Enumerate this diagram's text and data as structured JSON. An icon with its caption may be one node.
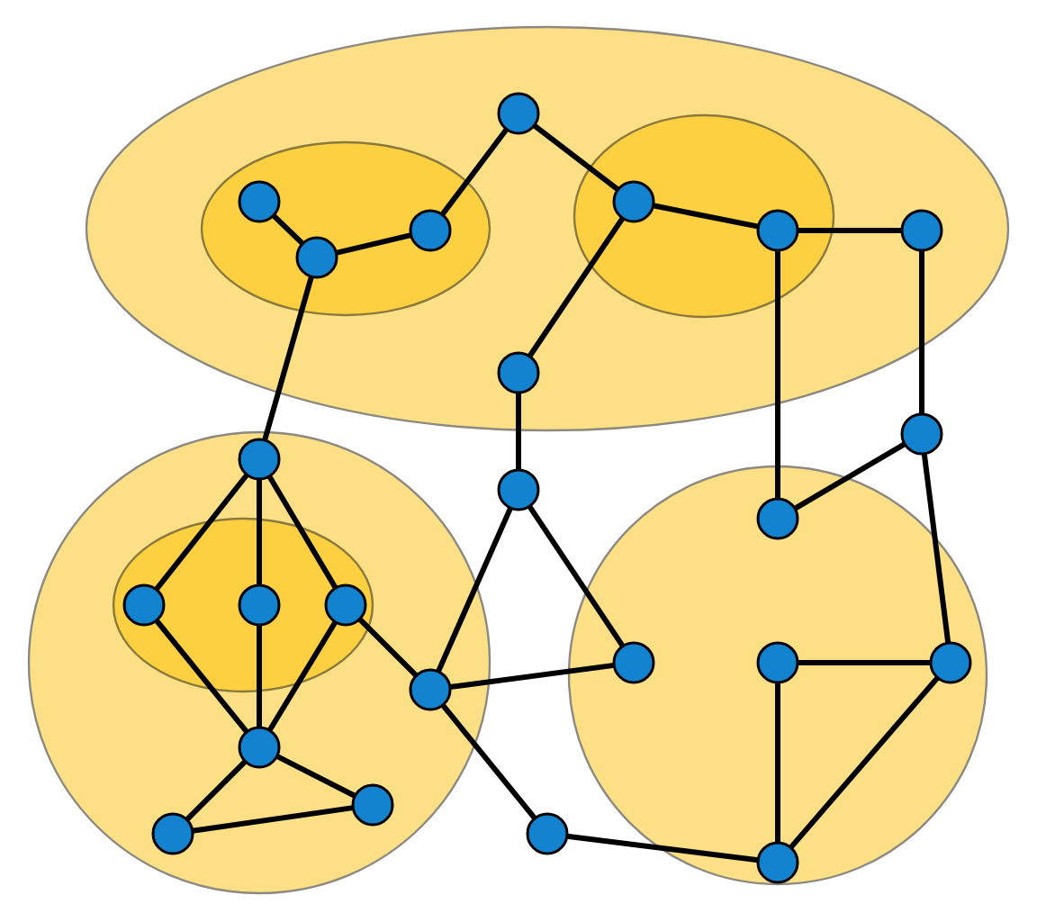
{
  "diagram": {
    "nodes": [
      {
        "text": [],
        "shape": "ellipse"
      },
      {
        "text": [],
        "shape": "circle",
        "in": 0
      },
      {
        "text": [],
        "shape": "ellipse",
        "in": 0
      },
      {
        "text": [],
        "shape": "circle",
        "in": 2
      },
      {
        "text": [],
        "shape": "circle",
        "in": 2
      },
      {
        "text": [],
        "shape": "circle",
        "in": 2
      },
      {
        "text": [],
        "shape": "ellipse",
        "in": 0
      },
      {
        "text": [],
        "shape": "circle",
        "in": 6
      },
      {
        "text": [],
        "shape": "circle",
        "in": 6
      },
      {
        "text": [],
        "shape": "circle",
        "in": 0
      },
      {
        "text": [],
        "shape": "circle",
        "in": 0
      },
      {
        "text": [],
        "shape": "circle"
      },
      {
        "text": [],
        "shape": "circle"
      },
      {
        "text": [],
        "shape": "circle",
        "in": 12
      },
      {
        "text": [],
        "shape": "ellipse",
        "in": 12
      },
      {
        "text": [],
        "shape": "circle",
        "in": 14
      },
      {
        "text": [],
        "shape": "circle",
        "in": 14
      },
      {
        "text": [],
        "shape": "circle",
        "in": 14
      },
      {
        "text": [],
        "shape": "circle",
        "in": 12
      },
      {
        "text": [],
        "shape": "circle",
        "in": 12
      },
      {
        "text": [],
        "shape": "circle",
        "in": 12
      },
      {
        "text": [],
        "shape": "circle",
        "in": 12
      },
      {
        "text": [],
        "shape": "circle"
      },
      {
        "text": [],
        "shape": "circle"
      },
      {
        "text": [],
        "shape": "circle"
      },
      {
        "text": [],
        "shape": "circle",
        "in": 24
      },
      {
        "text": [],
        "shape": "circle",
        "in": 24
      },
      {
        "text": [],
        "shape": "circle",
        "in": 24
      },
      {
        "text": [],
        "shape": "circle",
        "in": 24
      },
      {
        "text": [],
        "shape": "circle",
        "in": 24
      }
    ],
    "edges": [
      {
        "from": 3,
        "to": 4,
        "arrow": "none"
      },
      {
        "from": 4,
        "to": 5,
        "arrow": "none"
      },
      {
        "from": 5,
        "to": 1,
        "arrow": "none"
      },
      {
        "from": 1,
        "to": 7,
        "arrow": "none"
      },
      {
        "from": 7,
        "to": 8,
        "arrow": "none"
      },
      {
        "from": 8,
        "to": 9,
        "arrow": "none"
      },
      {
        "from": 9,
        "to": 11,
        "arrow": "none"
      },
      {
        "from": 8,
        "to": 25,
        "arrow": "none"
      },
      {
        "from": 7,
        "to": 10,
        "arrow": "none"
      },
      {
        "from": 10,
        "to": 22,
        "arrow": "none"
      },
      {
        "from": 11,
        "to": 25,
        "arrow": "none"
      },
      {
        "from": 11,
        "to": 28,
        "arrow": "none"
      },
      {
        "from": 4,
        "to": 13,
        "arrow": "none"
      },
      {
        "from": 13,
        "to": 15,
        "arrow": "none"
      },
      {
        "from": 13,
        "to": 16,
        "arrow": "none"
      },
      {
        "from": 13,
        "to": 17,
        "arrow": "none"
      },
      {
        "from": 15,
        "to": 19,
        "arrow": "none"
      },
      {
        "from": 16,
        "to": 19,
        "arrow": "none"
      },
      {
        "from": 17,
        "to": 19,
        "arrow": "none"
      },
      {
        "from": 17,
        "to": 18,
        "arrow": "none"
      },
      {
        "from": 22,
        "to": 18,
        "arrow": "none"
      },
      {
        "from": 22,
        "to": 26,
        "arrow": "none"
      },
      {
        "from": 18,
        "to": 26,
        "arrow": "none"
      },
      {
        "from": 18,
        "to": 23,
        "arrow": "none"
      },
      {
        "from": 23,
        "to": 29,
        "arrow": "none"
      },
      {
        "from": 27,
        "to": 28,
        "arrow": "none"
      },
      {
        "from": 27,
        "to": 29,
        "arrow": "none"
      },
      {
        "from": 28,
        "to": 29,
        "arrow": "none"
      },
      {
        "from": 19,
        "to": 20,
        "arrow": "none"
      },
      {
        "from": 19,
        "to": 21,
        "arrow": "none"
      },
      {
        "from": 20,
        "to": 21,
        "arrow": "none"
      }
    ]
  }
}
